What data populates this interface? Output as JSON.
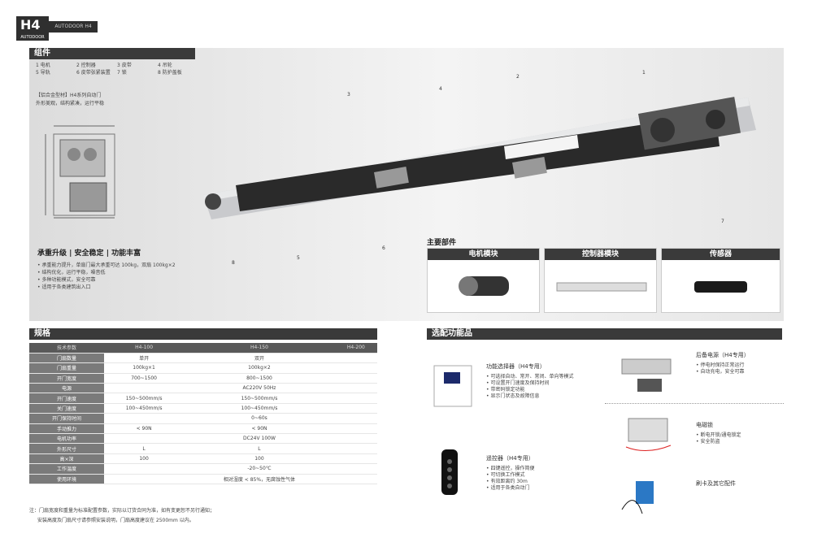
{
  "brand": {
    "model": "H4",
    "sub": "AUTODOOR",
    "bar": "AUTODOOR H4"
  },
  "components": {
    "title": "组件",
    "legend": [
      "1 电机",
      "2 控制器",
      "3 皮带",
      "4 吊轮",
      "5 导轨",
      "6 皮带张紧装置",
      "7 锁",
      "8 防护盖板"
    ],
    "note_line1": "【铝合金型材】H4系列自动门",
    "note_line2": "外形美观，结构紧凑，运行平稳",
    "callouts": [
      "1",
      "2",
      "3",
      "4",
      "5",
      "6",
      "7",
      "8"
    ],
    "features_title": "承重升级 | 安全稳定 | 功能丰富",
    "features": [
      "• 承重能力提升，单扇门最大承重可达 100kg，双扇 100kg×2",
      "• 结构优化，运行平稳，噪音低",
      "• 多种功能模式，安全可靠",
      "• 适用于各类建筑出入口"
    ]
  },
  "main_parts": {
    "title": "主要部件",
    "modules": [
      {
        "label": "电机模块",
        "icon": "motor-icon"
      },
      {
        "label": "控制器模块",
        "icon": "controller-icon"
      },
      {
        "label": "传感器",
        "icon": "sensor-icon"
      }
    ]
  },
  "spec": {
    "title": "规格",
    "header": [
      "技术参数",
      "H4-100",
      "H4-150",
      "H4-200"
    ],
    "rows": [
      [
        "门扇数量",
        "单开",
        "双开",
        ""
      ],
      [
        "门扇重量",
        "100kg×1",
        "100kg×2",
        ""
      ],
      [
        "开门宽度",
        "700~1500",
        "800~1500",
        ""
      ],
      [
        "电源",
        "",
        "AC220V 50Hz",
        ""
      ],
      [
        "开门速度",
        "150~500mm/s",
        "150~500mm/s",
        ""
      ],
      [
        "关门速度",
        "100~450mm/s",
        "100~450mm/s",
        ""
      ],
      [
        "开门保持时间",
        "",
        "0~60s",
        ""
      ],
      [
        "手动推力",
        "< 90N",
        "< 90N",
        ""
      ],
      [
        "电机功率",
        "",
        "DC24V 100W",
        ""
      ],
      [
        "外形尺寸",
        "L",
        "L",
        ""
      ],
      [
        "高×深",
        "100",
        "100",
        ""
      ],
      [
        "工作温度",
        "",
        "-20~50℃",
        ""
      ],
      [
        "使用环境",
        "",
        "相对湿度 < 85%，无腐蚀性气体",
        ""
      ]
    ],
    "note": "注：门扇宽度和重量为标准配置参数，实际以订货合同为准，如有变更恕不另行通知；",
    "note2": "安装高度及门扇尺寸请参照安装说明，门扇高度建议在 2500mm 以内。"
  },
  "options": {
    "title": "选配功能品",
    "items": [
      {
        "title": "功能选择器（H4专用）",
        "lines": [
          "• 可选择自动、常开、常闭、单向等模式",
          "• 可设置开门速度及保持时间",
          "• 带密码锁定功能",
          "• 显示门状态及故障信息"
        ]
      },
      {
        "title": "遥控器（H4专用）",
        "lines": [
          "• 四键遥控，操作简便",
          "• 可切换工作模式",
          "• 有效距离约 30m",
          "• 适用于各类自动门"
        ]
      },
      {
        "title": "后备电源（H4专用）",
        "lines": [
          "• 停电时保持正常运行",
          "• 自动充电，安全可靠"
        ]
      },
      {
        "title": "电磁锁",
        "lines": [
          "• 断电开锁/通电锁定",
          "• 安全防盗"
        ]
      },
      {
        "title": "刷卡及其它配件",
        "lines": []
      }
    ]
  }
}
